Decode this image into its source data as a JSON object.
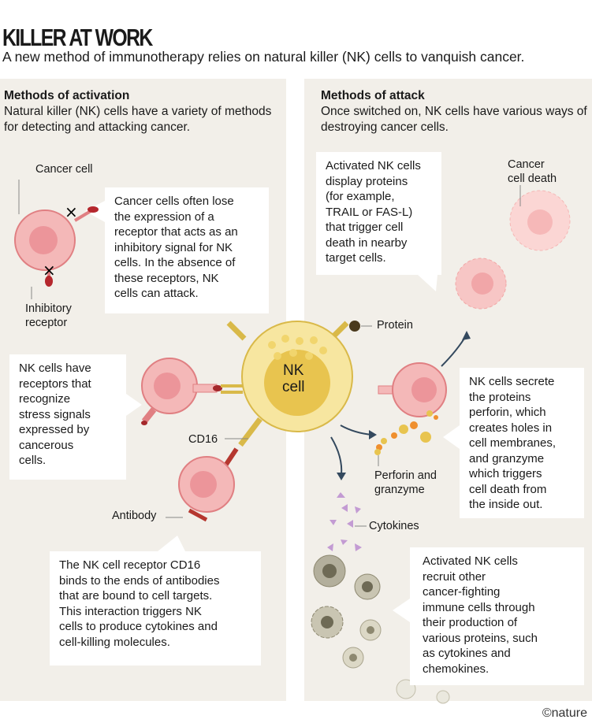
{
  "title": "KILLER AT WORK",
  "subtitle": "A new method of immunotherapy relies on natural killer (NK) cells to vanquish cancer.",
  "left_panel": {
    "heading": "Methods of activation",
    "intro": "Natural killer (NK) cells have a variety of methods for detecting and attacking cancer.",
    "callouts": [
      "Cancer cells often lose\nthe expression of a\nreceptor that acts as an\ninhibitory signal for NK\ncells. In the absence of\nthese receptors, NK\ncells can attack.",
      "NK cells have\nreceptors that\nrecognize\nstress signals\nexpressed by\ncancerous\ncells.",
      "The NK cell receptor CD16\nbinds to the ends of antibodies\nthat are bound to cell targets.\nThis interaction triggers NK\ncells to produce cytokines and\ncell-killing molecules."
    ],
    "labels": {
      "cancer_cell": "Cancer cell",
      "inhibitory_receptor": "Inhibitory\nreceptor",
      "cd16": "CD16",
      "antibody": "Antibody"
    }
  },
  "right_panel": {
    "heading": "Methods of attack",
    "intro": "Once switched on, NK cells have various ways of destroying cancer cells.",
    "callouts": [
      "Activated NK cells\ndisplay proteins\n(for example,\nTRAIL or FAS-L)\nthat trigger cell\ndeath in nearby\ntarget cells.",
      "NK cells secrete\nthe proteins\nperforin, which\ncreates holes in\ncell membranes,\nand granzyme\nwhich triggers\ncell death from\nthe inside out.",
      "Activated NK cells\nrecruit other\ncancer-fighting\nimmune cells through\ntheir production of\nvarious proteins, such\nas cytokines and\nchemokines."
    ],
    "labels": {
      "cancer_cell_death": "Cancer\ncell death",
      "protein": "Protein",
      "perforin": "Perforin and\ngranzyme",
      "cytokines": "Cytokines"
    }
  },
  "nk_cell": "NK\ncell",
  "credit": "©nature",
  "colors": {
    "panel": "#f2efe9",
    "cancer": "#f4b8b8",
    "nk": "#f5dd8a",
    "arrow": "#34495e"
  }
}
